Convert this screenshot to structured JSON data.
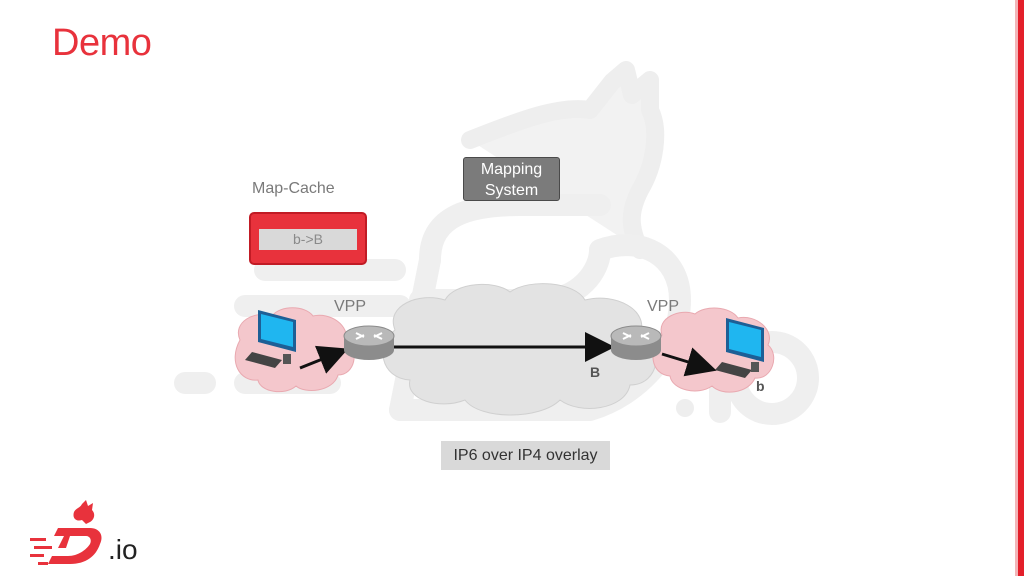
{
  "title": "Demo",
  "diagram": {
    "map_cache_label": "Map-Cache",
    "map_cache_entry": "b->B",
    "mapping_system": [
      "Mapping",
      "System"
    ],
    "vpp_left": "VPP",
    "vpp_right": "VPP",
    "router_label_B": "B",
    "host_label_b": "b",
    "overlay_label": "IP6 over IP4 overlay"
  },
  "logo": {
    "text": ".io"
  },
  "colors": {
    "accent": "#e8323c",
    "cloud_host": "#f4c7cc",
    "cloud_core": "#e3e3e3",
    "watermark": "#efefef",
    "router": "#a9a9a9"
  },
  "icons": [
    "fdio-watermark",
    "router-icon",
    "computer-icon",
    "cloud-icon",
    "fdio-logo-icon"
  ]
}
